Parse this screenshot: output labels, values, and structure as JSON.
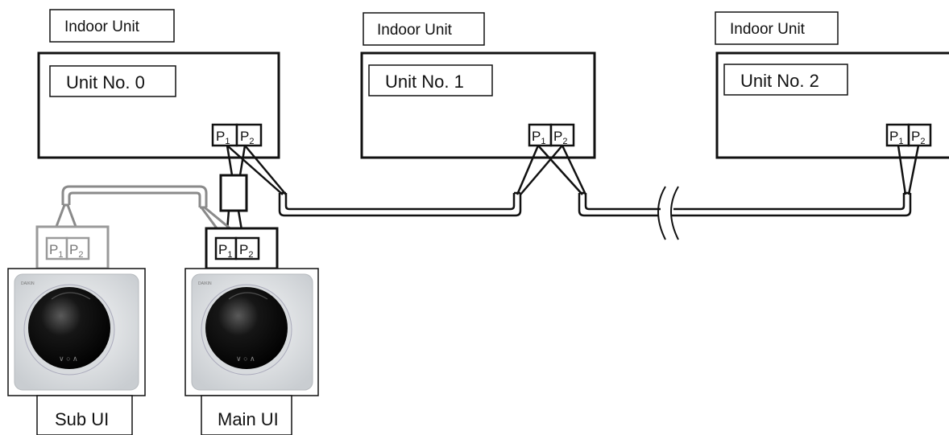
{
  "indoor_units": [
    {
      "header": "Indoor Unit",
      "unit_label": "Unit No. 0"
    },
    {
      "header": "Indoor Unit",
      "unit_label": "Unit No. 1"
    },
    {
      "header": "Indoor Unit",
      "unit_label": "Unit No. 2"
    }
  ],
  "terminals": {
    "p": "P",
    "one": "1",
    "two": "2"
  },
  "controllers": {
    "sub": {
      "label": "Sub UI",
      "brand": "DAIKIN"
    },
    "main": {
      "label": "Main UI",
      "brand": "DAIKIN"
    }
  },
  "colors": {
    "line": "#111111",
    "sub_wire": "#888888",
    "panel_light": "#e4e6e8",
    "dial": "#0c0c0c"
  }
}
